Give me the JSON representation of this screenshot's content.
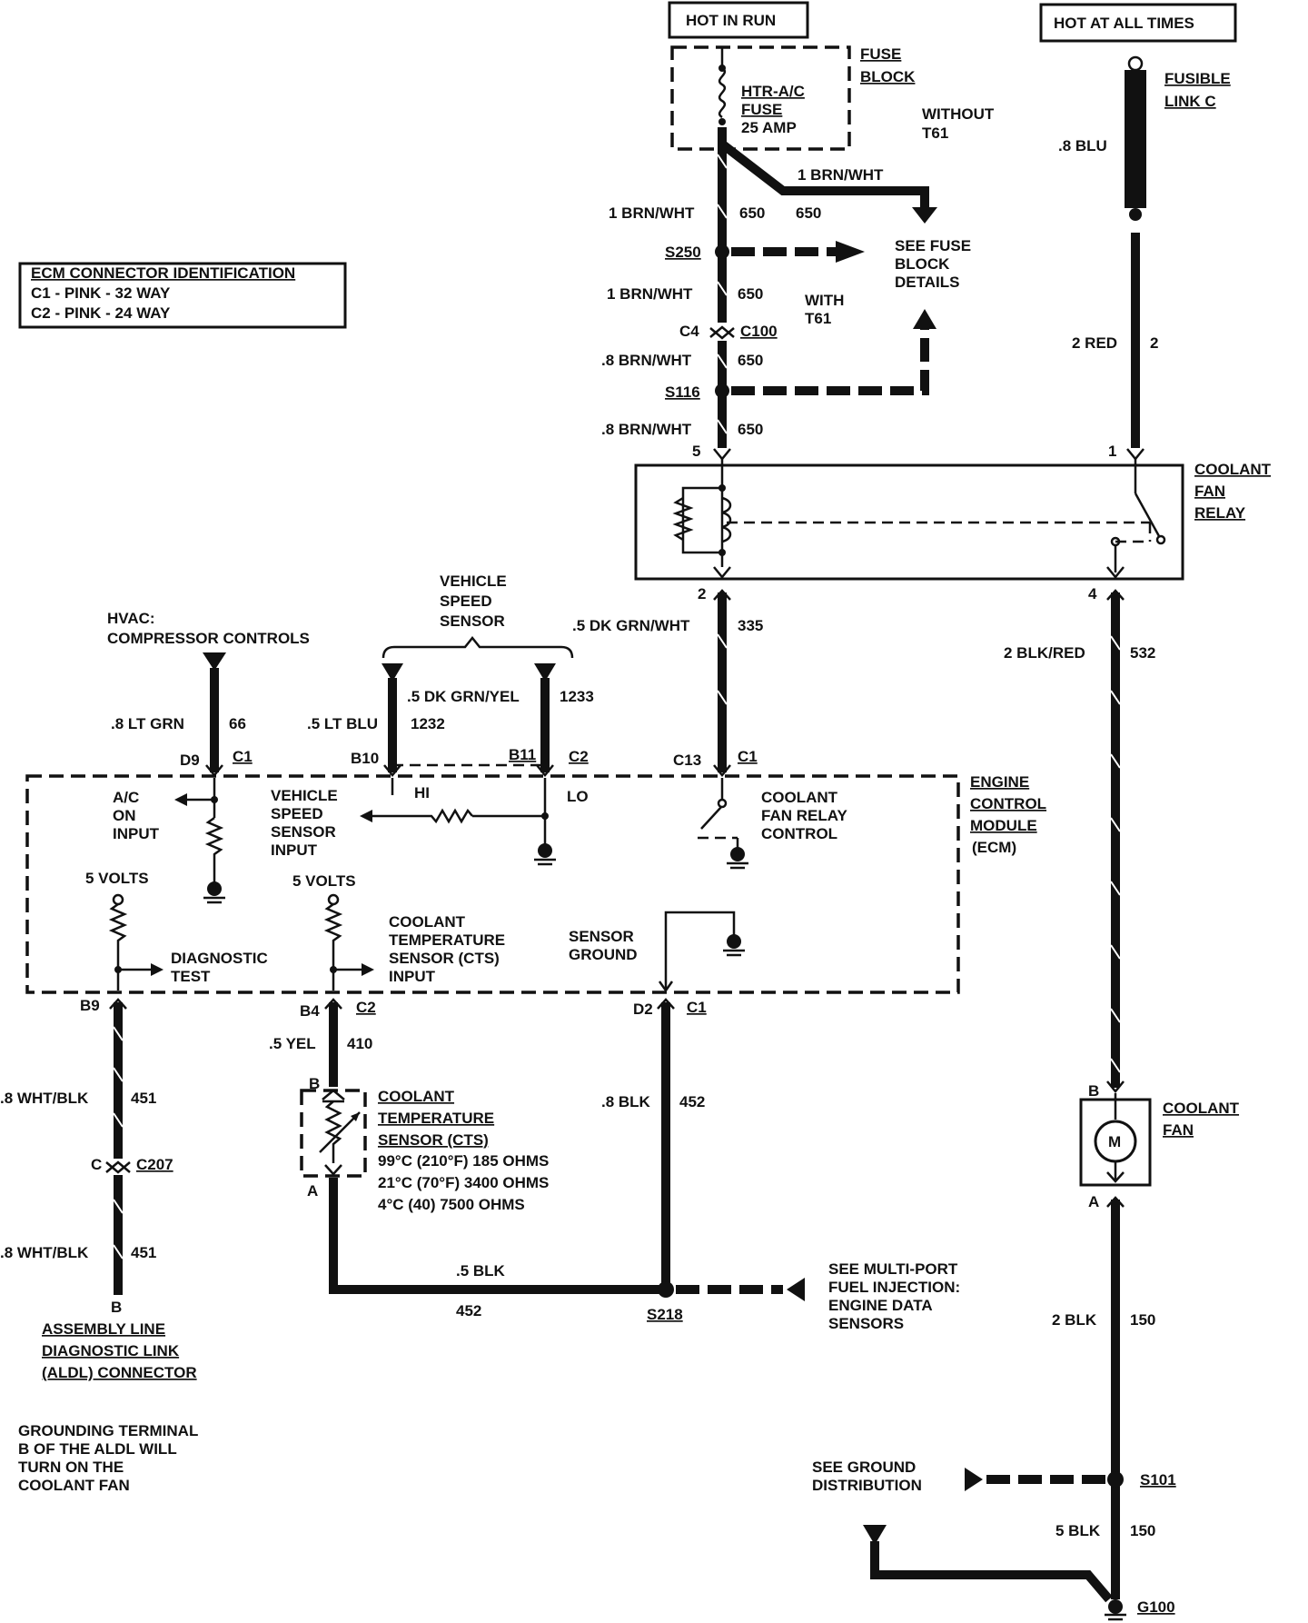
{
  "power": {
    "hot_in_run": "HOT IN RUN",
    "hot_at_all_times": "HOT AT ALL TIMES"
  },
  "fuse_block": {
    "label_line1": "FUSE",
    "label_line2": "BLOCK",
    "fuse_line1": "HTR-A/C",
    "fuse_line2": "FUSE",
    "fuse_line3": "25 AMP"
  },
  "fusible_link": {
    "line1": "FUSIBLE",
    "line2": "LINK C",
    "wire": ".8 BLU"
  },
  "ecm_connector_id": {
    "title": "ECM CONNECTOR IDENTIFICATION",
    "c1": "C1 - PINK - 32 WAY",
    "c2": "C2 - PINK - 24 WAY"
  },
  "variants": {
    "without_line1": "WITHOUT",
    "without_line2": "T61",
    "with_line1": "WITH",
    "with_line2": "T61"
  },
  "fuse_block_details": {
    "line1": "SEE FUSE",
    "line2": "BLOCK",
    "line3": "DETAILS"
  },
  "wires": {
    "w650_a_color": "1 BRN/WHT",
    "w650_a_circuit": "650",
    "w650_branch_color": "1 BRN/WHT",
    "w650_branch_circuit": "650",
    "w650_b_color": "1 BRN/WHT",
    "w650_b_circuit": "650",
    "w650_c_color": ".8 BRN/WHT",
    "w650_c_circuit": "650",
    "w650_d_color": ".8 BRN/WHT",
    "w650_d_circuit": "650",
    "w2_color": "2 RED",
    "w2_circuit": "2",
    "w335_color": ".5 DK GRN/WHT",
    "w335_circuit": "335",
    "w532_color": "2  BLK/RED",
    "w532_circuit": "532",
    "w66_color": ".8 LT GRN",
    "w66_circuit": "66",
    "w1232_color": ".5 LT BLU",
    "w1232_circuit": "1232",
    "w1233_color": ".5 DK GRN/YEL",
    "w1233_circuit": "1233",
    "w410_color": ".5 YEL",
    "w410_circuit": "410",
    "w452_color": ".8 BLK",
    "w452_circuit": "452",
    "w451_a_color": ".8 WHT/BLK",
    "w451_a_circuit": "451",
    "w451_b_color": ".8 WHT/BLK",
    "w451_b_circuit": "451",
    "w452_h_color": ".5 BLK",
    "w452_h_circuit": "452",
    "w150_a_color": "2 BLK",
    "w150_a_circuit": "150",
    "w150_b_color": "5 BLK",
    "w150_b_circuit": "150"
  },
  "splices": {
    "s250": "S250",
    "s116": "S116",
    "s218": "S218",
    "s101": "S101",
    "g100": "G100"
  },
  "connectors": {
    "c4": "C4",
    "c100": "C100",
    "c207_pin": "C",
    "c207": "C207",
    "relay_pin5": "5",
    "relay_pin1": "1",
    "relay_pin2": "2",
    "relay_pin4": "4",
    "d9": "D9",
    "d9_conn": "C1",
    "b10": "B10",
    "b11": "B11",
    "b11_conn": "C2",
    "c13": "C13",
    "c13_conn": "C1",
    "b9": "B9",
    "b4": "B4",
    "b4_conn": "C2",
    "d2": "D2",
    "d2_conn": "C1",
    "cts_b": "B",
    "cts_a": "A",
    "fan_b": "B",
    "fan_a": "A",
    "aldl_b": "B"
  },
  "relay": {
    "line1": "COOLANT",
    "line2": "FAN",
    "line3": "RELAY"
  },
  "hvac": {
    "line1": "HVAC:",
    "line2": "COMPRESSOR CONTROLS"
  },
  "vss": {
    "line1": "VEHICLE",
    "line2": "SPEED",
    "line3": "SENSOR"
  },
  "ecm": {
    "line1": "ENGINE",
    "line2": "CONTROL",
    "line3": "MODULE",
    "line4": "(ECM)",
    "ac_line1": "A/C",
    "ac_line2": "ON",
    "ac_line3": "INPUT",
    "vss_line1": "VEHICLE",
    "vss_line2": "SPEED",
    "vss_line3": "SENSOR",
    "vss_line4": "INPUT",
    "hi": "HI",
    "lo": "LO",
    "relay_ctl_line1": "COOLANT",
    "relay_ctl_line2": "FAN RELAY",
    "relay_ctl_line3": "CONTROL",
    "five_volts_a": "5 VOLTS",
    "five_volts_b": "5 VOLTS",
    "diag_line1": "DIAGNOSTIC",
    "diag_line2": "TEST",
    "cts_line1": "COOLANT",
    "cts_line2": "TEMPERATURE",
    "cts_line3": "SENSOR (CTS)",
    "cts_line4": "INPUT",
    "sg_line1": "SENSOR",
    "sg_line2": "GROUND"
  },
  "cts": {
    "line1": "COOLANT",
    "line2": "TEMPERATURE",
    "line3": "SENSOR (CTS)",
    "spec1": "99°C (210°F) 185 OHMS",
    "spec2": "21°C (70°F) 3400 OHMS",
    "spec3": "4°C (40) 7500 OHMS"
  },
  "fan": {
    "line1": "COOLANT",
    "line2": "FAN",
    "motor": "M"
  },
  "mpfi": {
    "line1": "SEE MULTI-PORT",
    "line2": "FUEL INJECTION:",
    "line3": "ENGINE DATA",
    "line4": "SENSORS"
  },
  "aldl": {
    "line1": "ASSEMBLY LINE",
    "line2": "DIAGNOSTIC LINK",
    "line3": "(ALDL) CONNECTOR"
  },
  "note": {
    "line1": "GROUNDING TERMINAL",
    "line2": "B OF THE ALDL WILL",
    "line3": "TURN ON THE",
    "line4": "COOLANT FAN"
  },
  "ground_distribution": {
    "line1": "SEE GROUND",
    "line2": "DISTRIBUTION"
  }
}
